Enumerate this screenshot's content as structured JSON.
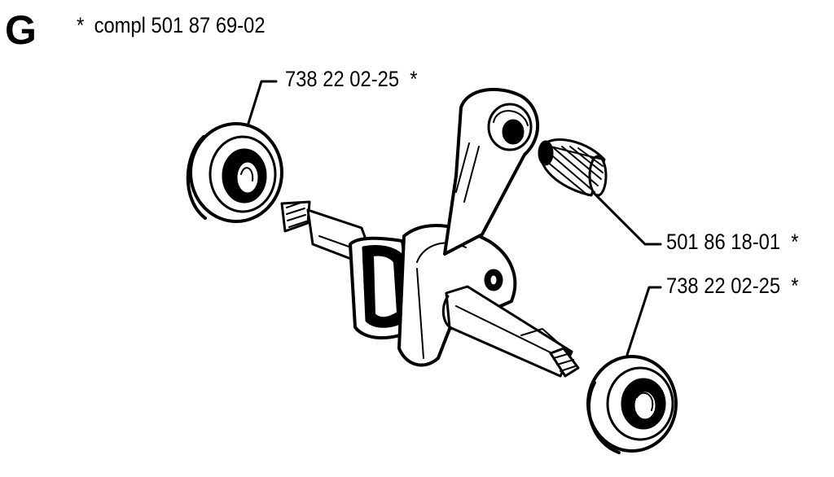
{
  "header": {
    "section_letter": "G",
    "note_marker": "*",
    "note_text": "compl 501 87 69-02"
  },
  "parts": [
    {
      "part_number": "738 22 02-25",
      "marker": "*"
    },
    {
      "part_number": "501 86 18-01",
      "marker": "*"
    },
    {
      "part_number": "738 22 02-25",
      "marker": "*"
    }
  ]
}
